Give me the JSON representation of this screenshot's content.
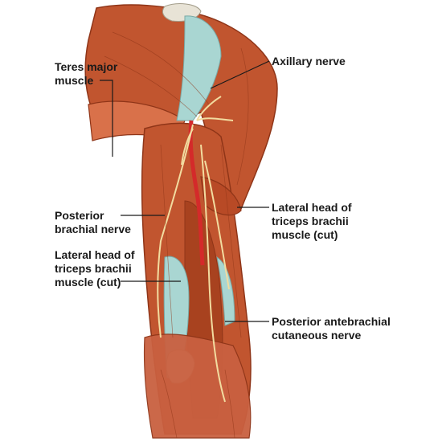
{
  "labels": {
    "teres_major": "Teres major\nmuscle",
    "axillary_nerve": "Axillary nerve",
    "posterior_brachial_nerve": "Posterior\nbrachial nerve",
    "lateral_head_right": "Lateral head of\ntriceps brachii\nmuscle (cut)",
    "lateral_head_left": "Lateral head of\ntriceps brachii\nmuscle (cut)",
    "posterior_antebrachial": "Posterior antebrachial\ncutaneous nerve"
  },
  "colors": {
    "muscle": "#c1552f",
    "muscle_dark": "#8f3518",
    "muscle_light": "#d9714a",
    "tendon": "#a9d6d2",
    "nerve": "#f2dca0",
    "artery": "#d42a2a",
    "bone": "#e8e3d6"
  }
}
